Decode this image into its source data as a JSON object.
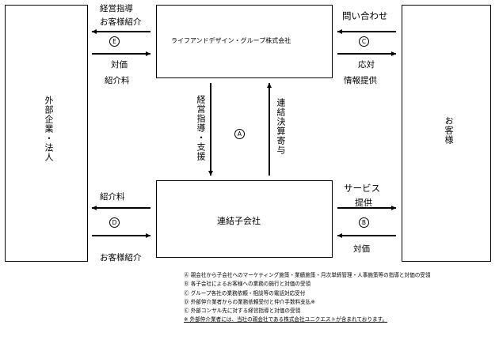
{
  "boxes": {
    "external": "外部企業・法人",
    "group_company": "ライフアンドデザイン・グループ株式会社",
    "customer": "お客様",
    "subsidiary": "連結子会社"
  },
  "edges": {
    "e_top_left_above": [
      "経営指導",
      "お客様紹介"
    ],
    "e_top_left_circle": "E",
    "e_top_left_below": [
      "対価",
      "紹介料"
    ],
    "c_top_right_above": "問い合わせ",
    "c_top_right_circle": "C",
    "c_top_right_below": [
      "応対",
      "情報提供"
    ],
    "a_down": "経営指導・支援",
    "a_circle": "A",
    "a_up": "連結決算寄与",
    "d_bottom_left_above": "紹介料",
    "d_bottom_left_circle": "D",
    "d_bottom_left_below": "お客様紹介",
    "b_bottom_right_above": [
      "サービス",
      "提供"
    ],
    "b_bottom_right_circle": "B",
    "b_bottom_right_below": "対価"
  },
  "legend": [
    "Ⓐ 親会社から子会社へのマーケティング施策・業績施策・月次単締管理・人事施策等の指導と対価の受領",
    "Ⓑ 各子会社によるお客様への業務の施行と対価の受領",
    "Ⓒ グループ各社の業務依頼・相談等の電話対応受付",
    "Ⓓ 外部仲介業者からの業務依頼受付と仲介手数料支払※",
    "Ⓔ 外部コンサル先に対する経営指導と対価の受領",
    "※ 外部仲介業者には、当社の親会社である株式会社ユニクエストが含まれております。"
  ]
}
